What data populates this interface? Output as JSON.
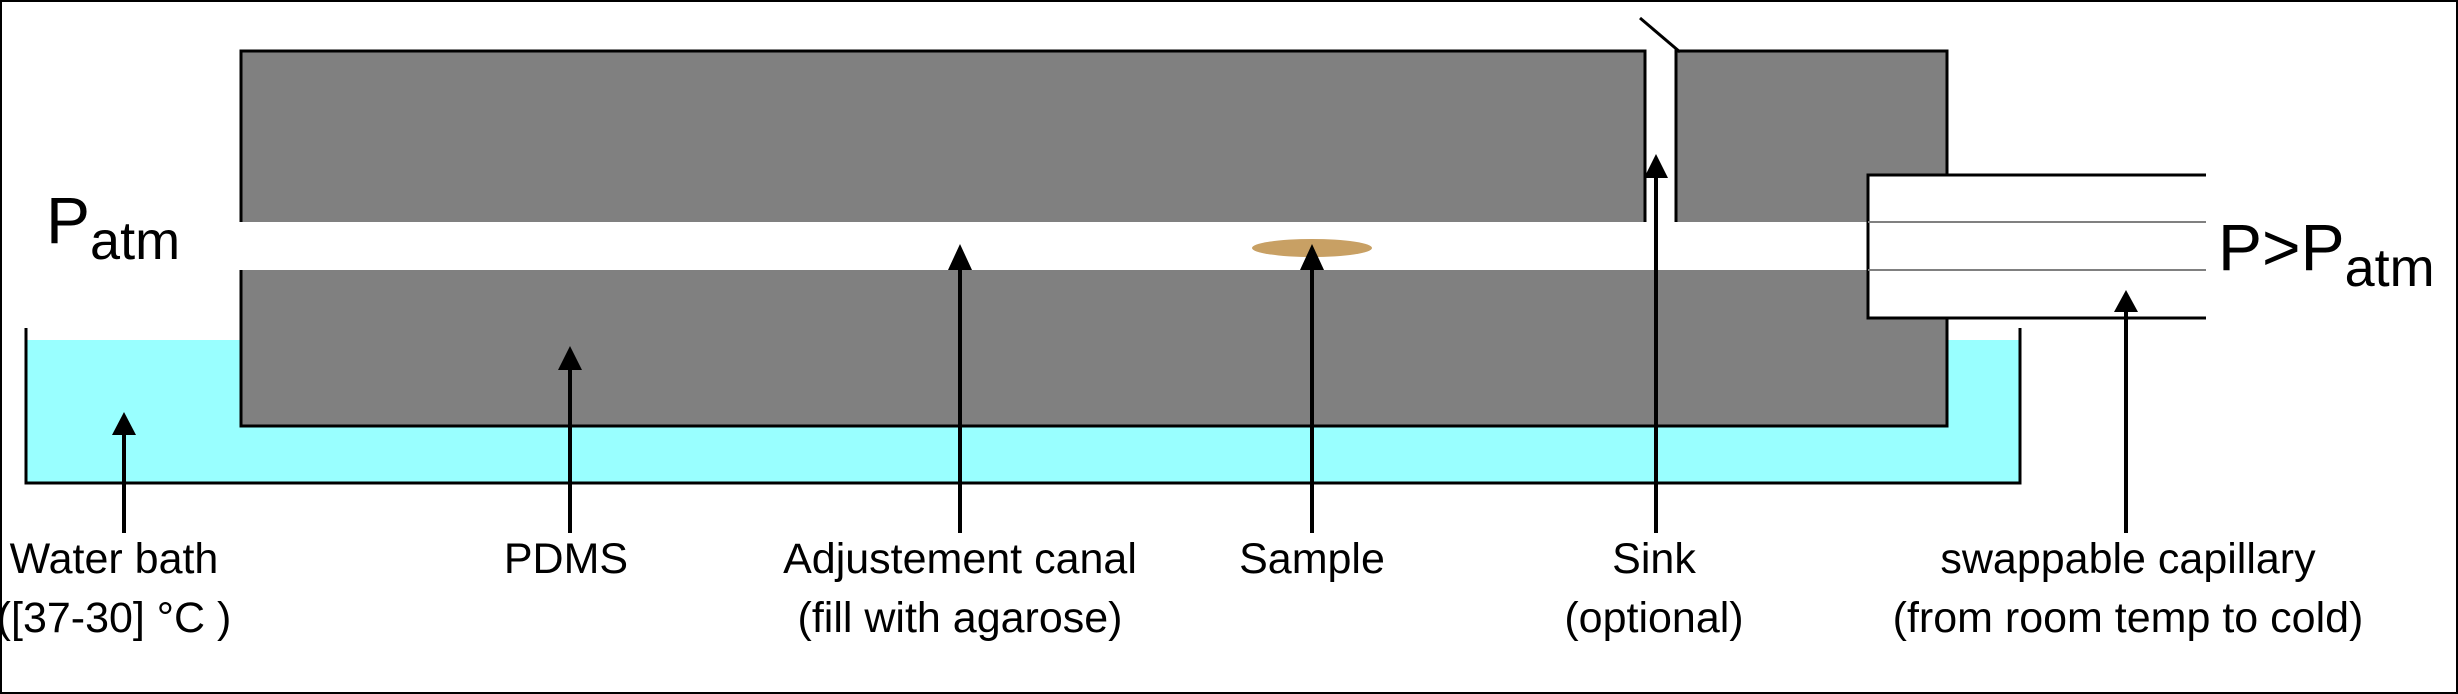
{
  "colors": {
    "pdms": "#808080",
    "water": "#99FFFF",
    "sample": "#C8A064",
    "line": "#000000",
    "background": "#FFFFFF"
  },
  "left_pressure": {
    "main": "P",
    "sub": "atm"
  },
  "right_pressure": {
    "main": "P>P",
    "sub": "atm"
  },
  "labels": {
    "water_bath": [
      "Water bath",
      "([37-30] °C )"
    ],
    "pdms": [
      "PDMS"
    ],
    "canal": [
      "Adjustement canal",
      "(fill with agarose)"
    ],
    "sample": [
      "Sample"
    ],
    "sink": [
      "Sink",
      "(optional)"
    ],
    "capillary": [
      "swappable capillary",
      "(from room temp to cold)"
    ]
  }
}
